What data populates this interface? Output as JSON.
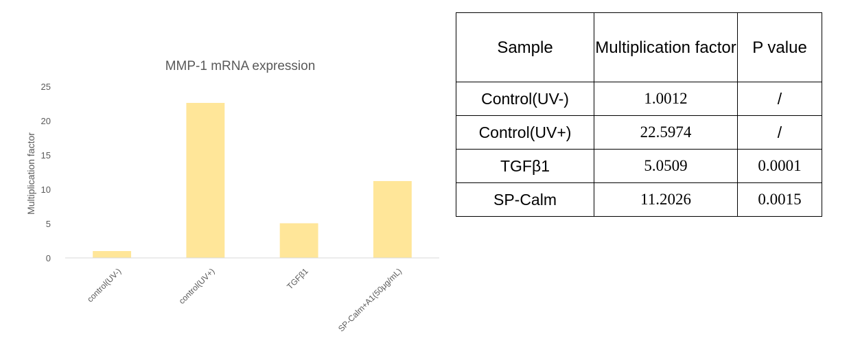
{
  "chart_data": {
    "type": "bar",
    "title": "MMP-1 mRNA expression",
    "xlabel": "",
    "ylabel": "Multiplication factor",
    "categories": [
      "control(UV-)",
      "control(UV+)",
      "TGFβ1",
      "SP-Calm+A1(50μg/mL)"
    ],
    "values": [
      1.0012,
      22.5974,
      5.0509,
      11.2026
    ],
    "ylim": [
      0,
      25
    ],
    "yticks": [
      0,
      5,
      10,
      15,
      20,
      25
    ],
    "gridlines": false,
    "legend": "none",
    "bar_color": "#FFE699",
    "axis_color": "#D9D9D9",
    "text_color": "#595959"
  },
  "table": {
    "headers": [
      "Sample",
      "Multiplication factor",
      "P value"
    ],
    "rows": [
      [
        "Control(UV-)",
        "1.0012",
        "/"
      ],
      [
        "Control(UV+)",
        "22.5974",
        "/"
      ],
      [
        "TGFβ1",
        "5.0509",
        "0.0001"
      ],
      [
        "SP-Calm",
        "11.2026",
        "0.0015"
      ]
    ]
  }
}
